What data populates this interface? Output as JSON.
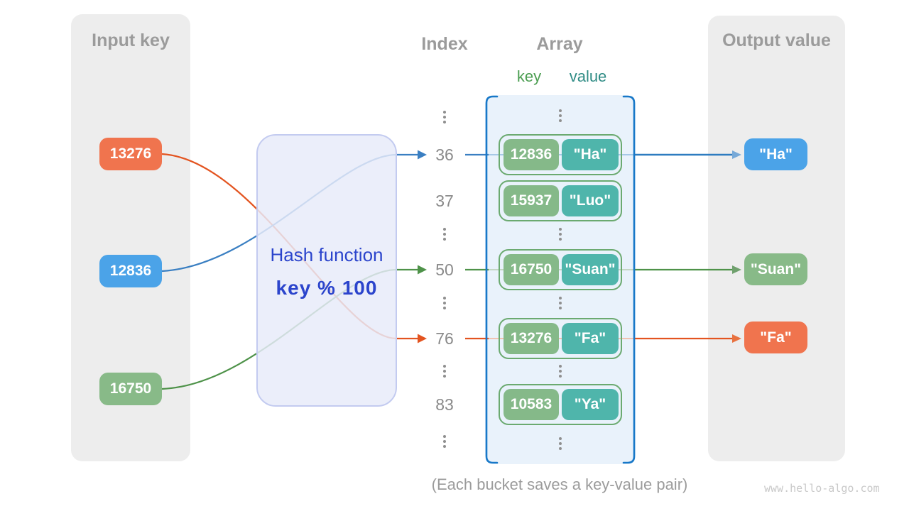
{
  "titles": {
    "input_panel": "Input key",
    "output_panel": "Output value",
    "index_col": "Index",
    "array_col": "Array",
    "key_label": "key",
    "value_label": "value"
  },
  "hash_function": {
    "name": "Hash function",
    "formula": "key % 100"
  },
  "input_keys": [
    {
      "value": "13276",
      "color": "#F0744E"
    },
    {
      "value": "12836",
      "color": "#4BA3E8"
    },
    {
      "value": "16750",
      "color": "#88BA88"
    }
  ],
  "index_rows": [
    {
      "label": "36"
    },
    {
      "label": "37"
    },
    {
      "label": "50"
    },
    {
      "label": "76"
    },
    {
      "label": "83"
    }
  ],
  "buckets": [
    {
      "key": "12836",
      "value": "\"Ha\""
    },
    {
      "key": "15937",
      "value": "\"Luo\""
    },
    {
      "key": "16750",
      "value": "\"Suan\""
    },
    {
      "key": "13276",
      "value": "\"Fa\""
    },
    {
      "key": "10583",
      "value": "\"Ya\""
    }
  ],
  "output_values": [
    {
      "value": "\"Ha\"",
      "color": "#4BA3E8"
    },
    {
      "value": "\"Suan\"",
      "color": "#88BA88"
    },
    {
      "value": "\"Fa\"",
      "color": "#F0744E"
    }
  ],
  "caption": "(Each bucket saves a key-value pair)",
  "watermark": "www.hello-algo.com",
  "colors": {
    "panel_gray": "#EDEDED",
    "title_gray": "#9B9B9B",
    "orange": "#F0744E",
    "blue": "#4BA3E8",
    "green": "#88BA88",
    "teal": "#4FB5AB",
    "key_green": "#85B989",
    "pair_border": "#6BAA70",
    "array_fill": "#E9F2FB",
    "bracket_blue": "#1878C8",
    "hash_fill": "#E7EBF9",
    "hash_border": "#C3CBF0",
    "hash_text": "#2B44CC",
    "line_blue": "#3A7FC2",
    "line_green": "#4E9249",
    "line_orange": "#E35420"
  }
}
